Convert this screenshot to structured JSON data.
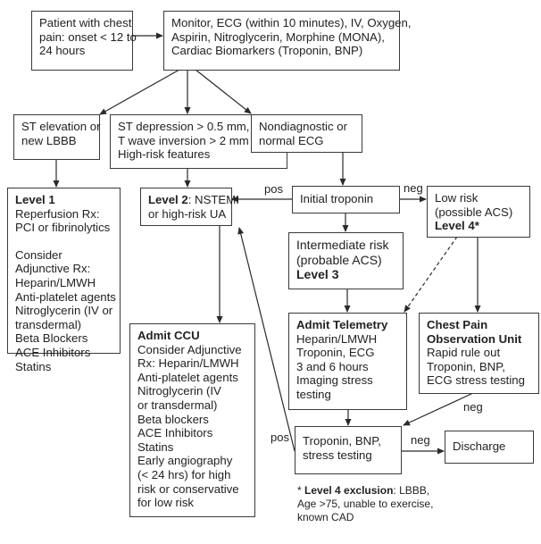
{
  "diagram": {
    "type": "clinical-flowchart",
    "nodes": {
      "patient": {
        "lines": [
          "Patient with chest",
          "pain: onset < 12 to",
          "24 hours"
        ]
      },
      "initial_mgmt": {
        "lines": [
          "Monitor, ECG (within 10 minutes), IV, Oxygen,",
          "Aspirin, Nitroglycerin, Morphine (MONA),",
          "Cardiac Biomarkers (Troponin, BNP)"
        ]
      },
      "st_elevation": {
        "lines": [
          "ST elevation or",
          "new LBBB"
        ]
      },
      "st_depression": {
        "lines": [
          "ST depression > 0.5 mm,",
          "T wave inversion > 2 mm",
          "High-risk features"
        ]
      },
      "nondiagnostic": {
        "lines": [
          "Nondiagnostic or",
          "normal ECG"
        ]
      },
      "level1": {
        "title": "Level 1",
        "lines": [
          "Reperfusion Rx:",
          "PCI or fibrinolytics"
        ],
        "lines2": [
          "Consider",
          "Adjunctive Rx:",
          "Heparin/LMWH",
          "Anti-platelet agents",
          "Nitroglycerin (IV or",
          "transdermal)",
          "Beta Blockers",
          "ACE Inhibitors",
          "Statins"
        ]
      },
      "level2": {
        "title": "Level 2",
        "title_suffix": ": NSTEMI",
        "lines": [
          "or high-risk UA"
        ]
      },
      "initial_troponin": {
        "lines": [
          "Initial troponin"
        ]
      },
      "low_risk": {
        "lines": [
          "Low risk",
          "(possible ACS)"
        ],
        "bold": "Level 4*"
      },
      "intermediate": {
        "lines": [
          "Intermediate risk",
          "(probable ACS)"
        ],
        "bold": "Level 3"
      },
      "admit_ccu": {
        "title": "Admit CCU",
        "lines": [
          "Consider Adjunctive",
          "Rx: Heparin/LMWH",
          "Anti-platelet agents",
          "Nitroglycerin (IV",
          "or transdermal)",
          "Beta blockers",
          "ACE Inhibitors",
          "Statins",
          "Early angiography",
          "(< 24 hrs) for high",
          "risk or conservative",
          "for low risk"
        ]
      },
      "admit_telemetry": {
        "title": "Admit Telemetry",
        "lines": [
          "Heparin/LMWH",
          "Troponin, ECG",
          "3 and 6 hours",
          "Imaging stress",
          "testing"
        ]
      },
      "chest_pain_obs": {
        "title_lines": [
          "Chest Pain",
          "Observation Unit"
        ],
        "lines": [
          "Rapid rule out",
          "Troponin, BNP,",
          "ECG stress testing"
        ]
      },
      "troponin_bnp": {
        "lines": [
          "Troponin, BNP,",
          "stress testing"
        ]
      },
      "discharge": {
        "lines": [
          "Discharge"
        ]
      }
    },
    "edge_labels": {
      "pos_initial_troponin": "pos",
      "neg_initial_troponin": "neg",
      "neg_chest_pain": "neg",
      "pos_troponin_bnp": "pos",
      "neg_troponin_bnp": "neg"
    },
    "edges": [
      {
        "from": "patient",
        "to": "initial_mgmt",
        "style": "solid"
      },
      {
        "from": "initial_mgmt",
        "to": "st_elevation",
        "style": "solid"
      },
      {
        "from": "initial_mgmt",
        "to": "st_depression",
        "style": "solid"
      },
      {
        "from": "initial_mgmt",
        "to": "nondiagnostic",
        "style": "solid"
      },
      {
        "from": "st_elevation",
        "to": "level1",
        "style": "solid"
      },
      {
        "from": "st_depression",
        "to": "level2",
        "style": "solid"
      },
      {
        "from": "nondiagnostic",
        "to": "initial_troponin",
        "style": "solid"
      },
      {
        "from": "initial_troponin",
        "to": "level2",
        "label": "pos",
        "style": "solid"
      },
      {
        "from": "initial_troponin",
        "to": "low_risk",
        "label": "neg",
        "style": "solid"
      },
      {
        "from": "initial_troponin",
        "to": "intermediate",
        "style": "solid"
      },
      {
        "from": "level2",
        "to": "admit_ccu",
        "style": "solid"
      },
      {
        "from": "intermediate",
        "to": "admit_telemetry",
        "style": "solid"
      },
      {
        "from": "low_risk",
        "to": "admit_telemetry",
        "style": "dashed"
      },
      {
        "from": "low_risk",
        "to": "chest_pain_obs",
        "style": "solid"
      },
      {
        "from": "admit_telemetry",
        "to": "troponin_bnp",
        "style": "solid"
      },
      {
        "from": "chest_pain_obs",
        "to": "troponin_bnp",
        "label": "neg",
        "style": "solid"
      },
      {
        "from": "troponin_bnp",
        "to": "level2",
        "label": "pos",
        "style": "solid"
      },
      {
        "from": "troponin_bnp",
        "to": "discharge",
        "label": "neg",
        "style": "solid"
      }
    ],
    "footnote": {
      "prefix": "* ",
      "bold": "Level 4 exclusion",
      "text_first": ": LBBB,",
      "lines": [
        "Age >75, unable to exercise,",
        "known CAD"
      ]
    }
  }
}
